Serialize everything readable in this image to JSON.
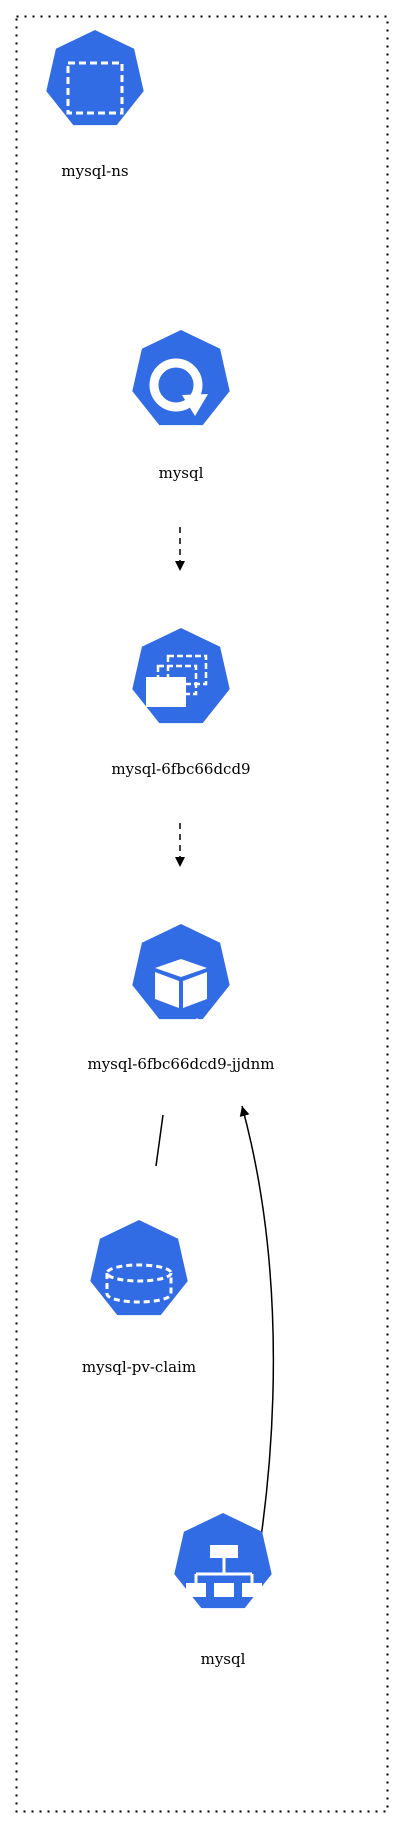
{
  "colors": {
    "node_fill": "#326ce5",
    "edge": "#000000",
    "frame": "#000000"
  },
  "namespace": {
    "label": "mysql-ns",
    "badge": "ns",
    "icon": "namespace-icon"
  },
  "nodes": {
    "deploy": {
      "label": "mysql",
      "badge": "deploy",
      "icon": "deployment-icon"
    },
    "rs": {
      "label": "mysql-6fbc66dcd9",
      "badge": "rs",
      "icon": "replicaset-icon"
    },
    "pod": {
      "label": "mysql-6fbc66dcd9-jjdnm",
      "badge": "pod",
      "icon": "pod-icon"
    },
    "pvc": {
      "label": "mysql-pv-claim",
      "badge": "pvc",
      "icon": "pvc-icon"
    },
    "svc": {
      "label": "mysql",
      "badge": "svc",
      "icon": "service-icon"
    }
  },
  "edges": [
    {
      "from": "deploy",
      "to": "rs",
      "style": "dashed",
      "arrow": true
    },
    {
      "from": "rs",
      "to": "pod",
      "style": "dashed",
      "arrow": true
    },
    {
      "from": "pvc",
      "to": "pod",
      "style": "solid",
      "arrow": false
    },
    {
      "from": "svc",
      "to": "pod",
      "style": "solid",
      "arrow": true
    }
  ]
}
